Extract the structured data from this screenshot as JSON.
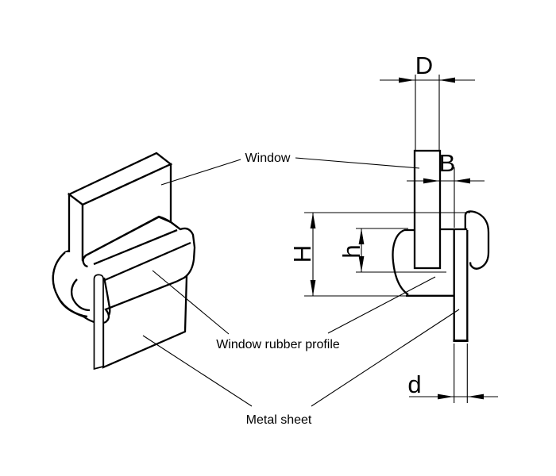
{
  "page": {
    "background": "#ffffff"
  },
  "drawing": {
    "line_color": "#000000",
    "text_color": "#000000",
    "callouts": {
      "window": "Window",
      "rubber_profile": "Window rubber profile",
      "metal_sheet": "Metal sheet"
    },
    "dimension_labels": {
      "D": "D",
      "B": "B",
      "H": "H",
      "h": "h",
      "d": "d"
    }
  }
}
